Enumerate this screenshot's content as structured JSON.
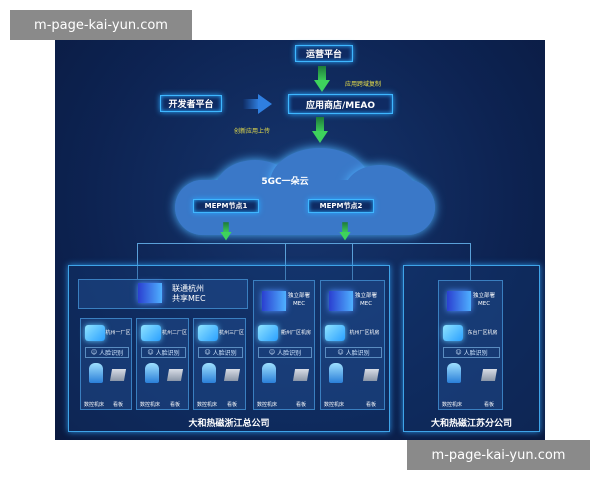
{
  "watermark": "m-page-kai-yun.com",
  "top": {
    "ops": "运营平台",
    "store": "应用商店/MEAO",
    "dev": "开发者平台",
    "note_copy": "应用跨域复制",
    "note_upload": "创新应用上传"
  },
  "cloud": {
    "title": "5GC一朵云",
    "node1": "MEPM节点1",
    "node2": "MEPM节点2"
  },
  "shared_mec": {
    "line1": "联通杭州",
    "line2": "共享MEC"
  },
  "independent_mec": {
    "line1": "独立部署",
    "line2": "MEC"
  },
  "plants": [
    {
      "name": "杭州一厂区"
    },
    {
      "name": "杭州二厂区"
    },
    {
      "name": "杭州三厂区"
    },
    {
      "name": "衢州厂区机房"
    },
    {
      "name": "杭州厂区机房"
    },
    {
      "name": "东台厂区机房"
    }
  ],
  "face": "人脸识别",
  "machine": "数控机床",
  "board": "看板",
  "companies": {
    "zhejiang": "大和热磁浙江总公司",
    "jiangsu": "大和热磁江苏分公司"
  },
  "colors": {
    "background": "#0d2352",
    "glow": "#3fb7ff",
    "arrow": "#3ed35c",
    "note": "#e9e04a"
  }
}
